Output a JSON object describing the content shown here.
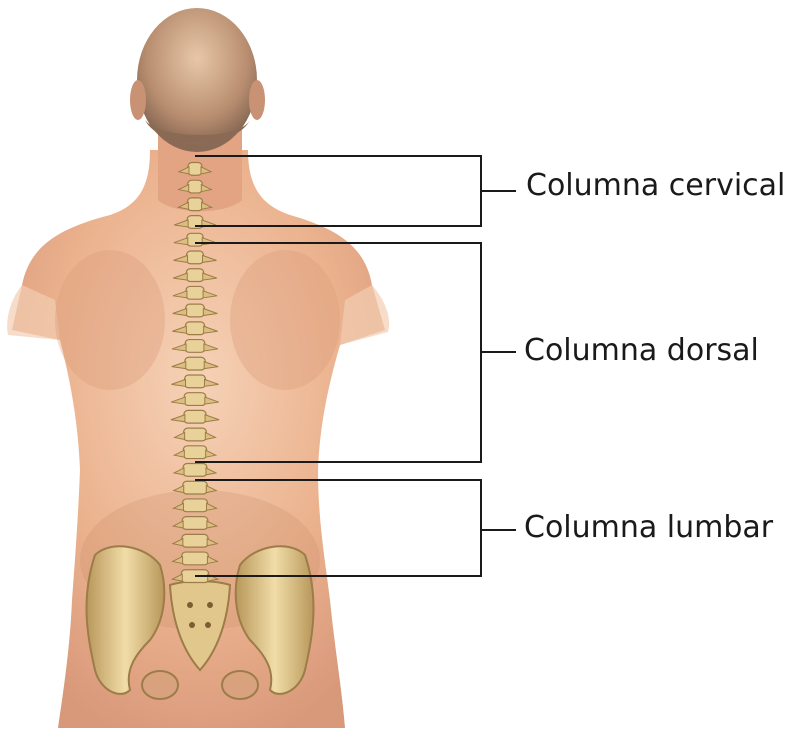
{
  "diagram": {
    "labels": {
      "cervical": "Columna cervical",
      "dorsal": "Columna dorsal",
      "lumbar": "Columna lumbar"
    },
    "colors": {
      "skin_light": "#f3c7a8",
      "skin": "#e8ad88",
      "skin_shadow": "#c98a66",
      "hair": "#8a6a55",
      "bone": "#e9d29a",
      "bone_shadow": "#b8975a",
      "bracket_line": "#1a1a1a"
    }
  }
}
